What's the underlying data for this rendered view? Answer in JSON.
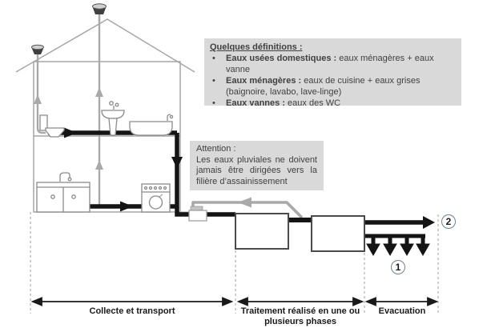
{
  "definitions_box": {
    "title": "Quelques définitions :",
    "bullet_char": "•",
    "bullets": [
      {
        "bold": "Eaux usées domestiques :",
        "rest": "eaux ménagères + eaux vanne"
      },
      {
        "bold": "Eaux ménagères :",
        "rest": "eaux de cuisine + eaux grises (baignoire, lavabo, lave-linge)"
      },
      {
        "bold": "Eaux vannes :",
        "rest": "eaux des WC"
      }
    ]
  },
  "attention_box": {
    "title": "Attention :",
    "body": "Les eaux pluviales ne doivent jamais être dirigées vers la filière d’assainissement"
  },
  "stages": [
    {
      "label": "Collecte et transport"
    },
    {
      "label": "Traitement réalisé en une ou plusieurs phases"
    },
    {
      "label": "Evacuation"
    }
  ],
  "markers": {
    "circle_1": "1",
    "circle_2": "2"
  },
  "colors": {
    "box_bg": "#d9d9d9",
    "box_text": "#404040",
    "pipe_black": "#141414",
    "pipe_gray": "#a9a9a9",
    "house_gray": "#a6a6a6",
    "fixture_gray": "#8a8a8a",
    "circle_stroke": "#708090"
  }
}
